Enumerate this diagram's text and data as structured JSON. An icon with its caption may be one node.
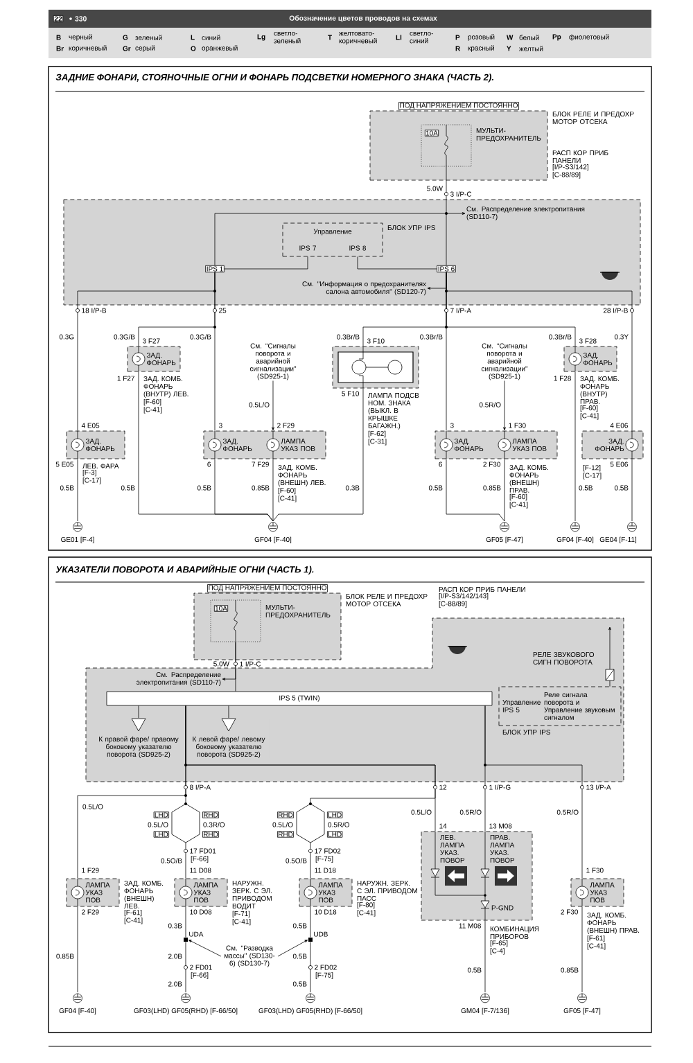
{
  "diagram": {
    "nodes": [
      {
        "text": [
          "ЗАДНИЕ ФОНАРИ, СТОЯНОЧНЫЕ ОГНИ И ФОНАРЬ ПОДСВЕТКИ НОМЕРНОГО ЗНАКА (ЧАСТЬ 2)."
        ]
      },
      {
        "text": [
          "ПОД НАПРЯЖЕНИЕМ ПОСТОЯННО"
        ],
        "beside": [
          "БЛОК РЕЛЕ И ПРЕДОХР МОТОР ОТСЕКА"
        ],
        "in": 0
      },
      {
        "text": [
          "10A"
        ],
        "beside": [
          "МУЛЬТИ-ПРЕДОХРАНИТЕЛЬ"
        ],
        "in": 1
      },
      {
        "text": [],
        "shape": "box",
        "beside": [
          "РАСП КОР ПРИБ ПАНЕЛИ",
          "[I/P-S3/142]",
          "[C-88/89]"
        ],
        "in": 0
      },
      {
        "text": [
          "Управление",
          "IPS 7",
          "IPS 8"
        ],
        "beside": [
          "БЛОК УПР IPS"
        ],
        "in": 3
      },
      {
        "text": [
          "IPS 1"
        ],
        "in": 3
      },
      {
        "text": [
          "IPS 6"
        ],
        "in": 3
      },
      {
        "text": [
          "См. Распределение электропитания (SD110-7)"
        ],
        "in": 3
      },
      {
        "text": [
          "См. \"Информация о предохранителях салона автомобиля\" (SD120-7)"
        ],
        "in": 3
      },
      {
        "text": [
          "ЗАД. ФОНАРЬ"
        ],
        "beside": [
          "ЛЕВ. ФАРА",
          "[F-3]",
          "[C-17]"
        ],
        "in": 0
      },
      {
        "text": [
          "ЗАД. ФОНАРЬ"
        ],
        "beside": [
          "ЗАД. КОМБ. ФОНАРЬ (ВНУТР) ЛЕВ.",
          "[F-60]",
          "[C-41]"
        ],
        "in": 0
      },
      {
        "text": [
          "ЗАД. ФОНАРЬ",
          "ЛАМПА УКАЗ ПОВ"
        ],
        "beside": [
          "ЗАД. КОМБ. ФОНАРЬ (ВНЕШН) ЛЕВ.",
          "[F-60]",
          "[C-41]"
        ],
        "in": 0
      },
      {
        "text": [],
        "shape": "box",
        "beside": [
          "ЛАМПА ПОДСВ НОМ. ЗНАКА (ВЫКЛ. В КРЫШКЕ БАГАЖН.)",
          "[F-62]",
          "[C-31]"
        ],
        "in": 0
      },
      {
        "text": [
          "ЗАД. ФОНАРЬ",
          "ЛАМПА УКАЗ ПОВ"
        ],
        "beside": [
          "ЗАД. КОМБ. ФОНАРЬ (ВНЕШН) ПРАВ.",
          "[F-60]",
          "[C-41]"
        ],
        "in": 0
      },
      {
        "text": [
          "ЗАД. ФОНАРЬ"
        ],
        "beside": [
          "ЗАД. КОМБ. ФОНАРЬ (ВНУТР) ПРАВ.",
          "[F-60]",
          "[C-41]"
        ],
        "in": 0
      },
      {
        "text": [
          "ЗАД. ФОНАРЬ"
        ],
        "beside": [
          "[F-12]",
          "[C-17]"
        ],
        "in": 0
      },
      {
        "text": [
          "См. \"Сигналы поворота и аварийной сигнализации\" (SD925-1)"
        ],
        "in": 0
      },
      {
        "text": [
          "См. \"Сигналы поворота и аварийной сигнализации\" (SD925-1)"
        ],
        "in": 0
      },
      {
        "text": [
          "GE01 [F-4]"
        ],
        "in": 0
      },
      {
        "text": [
          "GF04 [F-40]"
        ],
        "in": 0
      },
      {
        "text": [
          "GF05 [F-47]"
        ],
        "in": 0
      },
      {
        "text": [
          "GF04 [F-40]"
        ],
        "in": 0
      },
      {
        "text": [
          "GE04 [F-11]"
        ],
        "in": 0
      },
      {
        "text": [
          "УКАЗАТЕЛИ ПОВОРОТА И АВАРИЙНЫЕ ОГНИ (ЧАСТЬ 1)."
        ]
      },
      {
        "text": [
          "ПОД НАПРЯЖЕНИЕМ ПОСТОЯННО"
        ],
        "beside": [
          "БЛОК РЕЛЕ И ПРЕДОХР МОТОР ОТСЕКА"
        ],
        "in": 23
      },
      {
        "text": [
          "10A"
        ],
        "beside": [
          "МУЛЬТИ-ПРЕДОХРАНИТЕЛЬ"
        ],
        "in": 24
      },
      {
        "text": [],
        "shape": "box",
        "beside": [
          "РАСП КОР ПРИБ ПАНЕЛИ",
          "[I/P-S3/142/143]",
          "[C-88/89]"
        ],
        "in": 23
      },
      {
        "text": [
          "См. Распределение электропитания (SD110-7)"
        ],
        "in": 26
      },
      {
        "text": [
          "IPS 5 (TWIN)"
        ],
        "in": 26
      },
      {
        "text": [
          "К правой фаре/ правому боковому указателю поворота (SD925-2)"
        ],
        "in": 26
      },
      {
        "text": [
          "К левой фаре/ левому боковому указателю поворота (SD925-2)"
        ],
        "in": 26
      },
      {
        "text": [],
        "shape": "box",
        "beside": [
          "РЕЛЕ ЗВУКОВОГО СИГН ПОВОРОТА"
        ],
        "in": 26
      },
      {
        "text": [
          "Управление IPS 5",
          "Реле сигнала поворота и Управление звуковым сигналом"
        ],
        "beside": [
          "БЛОК УПР IPS"
        ],
        "in": 26
      },
      {
        "text": [
          "ЛАМПА УКАЗ ПОВ"
        ],
        "beside": [
          "ЗАД. КОМБ. ФОНАРЬ (ВНЕШН) ЛЕВ.",
          "[F-61]",
          "[C-41]"
        ],
        "in": 23
      },
      {
        "text": [
          "ЛАМПА УКАЗ ПОВ"
        ],
        "beside": [
          "НАРУЖН. ЗЕРК. С ЭЛ. ПРИВОДОМ ВОДИТ",
          "[F-71]",
          "[C-41]"
        ],
        "in": 23
      },
      {
        "text": [
          "ЛАМПА УКАЗ ПОВ"
        ],
        "beside": [
          "НАРУЖН. ЗЕРК. С ЭЛ. ПРИВОДОМ ПАСС",
          "[F-80]",
          "[C-41]"
        ],
        "in": 23
      },
      {
        "text": [
          "ЛЕВ. ЛАМПА УКАЗ. ПОВОР",
          "ПРАВ. ЛАМПА УКАЗ. ПОВОР",
          "P-GND"
        ],
        "beside": [
          "КОМБИНАЦИЯ ПРИБОРОВ",
          "[F-65]",
          "[C-4]"
        ],
        "in": 23
      },
      {
        "text": [
          "ЛАМПА УКАЗ ПОВ"
        ],
        "beside": [
          "ЗАД. КОМБ. ФОНАРЬ (ВНЕШН) ПРАВ.",
          "[F-61]",
          "[C-41]"
        ],
        "in": 23
      },
      {
        "text": [
          "UDA"
        ],
        "in": 23
      },
      {
        "text": [
          "UDB"
        ],
        "in": 23
      },
      {
        "text": [
          "См. \"Разводка массы\" (SD130-6) (SD130-7)"
        ],
        "in": 23
      },
      {
        "text": [
          "GF04 [F-40]"
        ],
        "in": 23
      },
      {
        "text": [
          "GF03(LHD) GF05(RHD) [F-66/50]"
        ],
        "in": 23
      },
      {
        "text": [
          "GF03(LHD) GF05(RHD) [F-66/50]"
        ],
        "in": 23
      },
      {
        "text": [
          "GM04 [F-7/136]"
        ],
        "in": 23
      },
      {
        "text": [
          "GF05 [F-47]"
        ],
        "in": 23
      }
    ],
    "edges": [
      {
        "from": 2,
        "to": 6,
        "arrow": "none",
        "label": "5.0W"
      },
      {
        "from": 4,
        "to": 5,
        "arrow": "none"
      },
      {
        "from": 4,
        "to": 6,
        "arrow": "none"
      },
      {
        "from": 5,
        "to": 7,
        "arrow": "to"
      },
      {
        "from": 6,
        "to": 8,
        "arrow": "to"
      },
      {
        "from": 5,
        "to": 9,
        "arrow": "none",
        "label": "0.3G"
      },
      {
        "from": 5,
        "to": 10,
        "arrow": "none",
        "label": "0.3G/B"
      },
      {
        "from": 5,
        "to": 11,
        "arrow": "none",
        "label": "0.3G/B"
      },
      {
        "from": 6,
        "to": 12,
        "arrow": "none",
        "label": "0.3Br/B"
      },
      {
        "from": 6,
        "to": 13,
        "arrow": "none",
        "label": "0.3Br/B"
      },
      {
        "from": 6,
        "to": 14,
        "arrow": "none",
        "label": "0.3Br/B"
      },
      {
        "from": 6,
        "to": 15,
        "arrow": "none",
        "label": "0.3Y"
      },
      {
        "from": 16,
        "to": 11,
        "arrow": "to",
        "label": "0.5L/O"
      },
      {
        "from": 17,
        "to": 13,
        "arrow": "to",
        "label": "0.5R/O"
      },
      {
        "from": 9,
        "to": 18,
        "arrow": "none",
        "label": "0.5B"
      },
      {
        "from": 10,
        "to": 19,
        "arrow": "none",
        "label": "0.5B"
      },
      {
        "from": 11,
        "to": 19,
        "arrow": "none",
        "label": "0.5B"
      },
      {
        "from": 11,
        "to": 19,
        "arrow": "none",
        "label": "0.85B"
      },
      {
        "from": 12,
        "to": 19,
        "arrow": "none",
        "label": "0.3B"
      },
      {
        "from": 13,
        "to": 20,
        "arrow": "none",
        "label": "0.5B"
      },
      {
        "from": 13,
        "to": 20,
        "arrow": "none",
        "label": "0.85B"
      },
      {
        "from": 14,
        "to": 21,
        "arrow": "none",
        "label": "0.5B"
      },
      {
        "from": 15,
        "to": 22,
        "arrow": "none",
        "label": "0.5B"
      },
      {
        "from": 25,
        "to": 28,
        "arrow": "none",
        "label": "5.0W"
      },
      {
        "from": 25,
        "to": 27,
        "arrow": "to"
      },
      {
        "from": 28,
        "to": 29,
        "arrow": "none"
      },
      {
        "from": 28,
        "to": 30,
        "arrow": "none"
      },
      {
        "from": 32,
        "to": 31,
        "arrow": "none"
      },
      {
        "from": 31,
        "to": null,
        "arrow": "to"
      },
      {
        "from": 28,
        "to": 33,
        "arrow": "none",
        "label": "0.5L/O"
      },
      {
        "from": 28,
        "to": 34,
        "arrow": "none",
        "label": "0.5L/O"
      },
      {
        "from": 28,
        "to": 35,
        "arrow": "none",
        "label": "0.5R/O"
      },
      {
        "from": 28,
        "to": 36,
        "arrow": "none",
        "label": "0.5L/O"
      },
      {
        "from": 28,
        "to": 36,
        "arrow": "none",
        "label": "0.5R/O"
      },
      {
        "from": 28,
        "to": 37,
        "arrow": "none",
        "label": "0.5R/O"
      },
      {
        "from": 34,
        "to": 38,
        "arrow": "none",
        "label": "0.3B"
      },
      {
        "from": 35,
        "to": 39,
        "arrow": "none",
        "label": "0.5B"
      },
      {
        "from": 38,
        "to": 42,
        "arrow": "none",
        "label": "2.0B"
      },
      {
        "from": 39,
        "to": 43,
        "arrow": "none",
        "label": "0.5B"
      },
      {
        "from": 40,
        "to": 38,
        "arrow": "to"
      },
      {
        "from": 40,
        "to": 39,
        "arrow": "to"
      },
      {
        "from": 33,
        "to": 41,
        "arrow": "none",
        "label": "0.85B"
      },
      {
        "from": 36,
        "to": 44,
        "arrow": "none",
        "label": "0.5B"
      },
      {
        "from": 37,
        "to": 45,
        "arrow": "none",
        "label": "0.85B"
      }
    ],
    "labels": [
      "22",
      "330",
      "Обозначение цветов проводов на схемах",
      "B",
      "черный",
      "Br",
      "коричневый",
      "G",
      "зеленый",
      "Gr",
      "серый",
      "L",
      "синий",
      "O",
      "оранжевый",
      "Lg",
      "светло-зеленый",
      "T",
      "желтовато-коричневый",
      "Ll",
      "светло-синий",
      "P",
      "розовый",
      "R",
      "красный",
      "W",
      "белый",
      "Y",
      "желтый",
      "Pp",
      "фиолетовый",
      "3 I/P-C",
      "18 I/P-B",
      "25",
      "7 I/P-A",
      "28 I/P-B",
      "3 F27",
      "3 F10",
      "3 F28",
      "1 F27",
      "1 F28",
      "5 F10",
      "4 E05",
      "3",
      "2 F29",
      "3",
      "1 F30",
      "4 E06",
      "5 E05",
      "6",
      "7 F29",
      "6",
      "2 F30",
      "5 E06",
      "1 I/P-C",
      "8 I/P-A",
      "12",
      "1 I/P-G",
      "13 I/P-A",
      "LHD",
      "RHD",
      "RHD",
      "LHD",
      "0.3R/O",
      "0.5L/O",
      "14",
      "13 M08",
      "LHD",
      "RHD",
      "RHD",
      "LHD",
      "17 FD01",
      "17 FD02",
      "0.5O/B",
      "[F-66]",
      "0.5O/B",
      "[F-75]",
      "1 F29",
      "11 D08",
      "11 D18",
      "1 F30",
      "2 F29",
      "10 D08",
      "10 D18",
      "2 F30",
      "11 M08",
      "2 FD01",
      "2 FD02",
      "[F-66]",
      "[F-75]",
      "2.0B",
      "0.5B"
    ]
  }
}
